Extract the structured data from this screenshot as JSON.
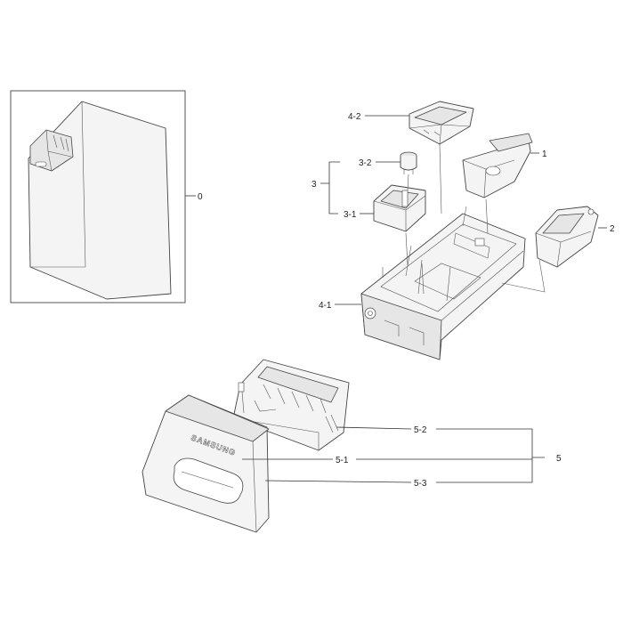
{
  "labels": {
    "p0": "0",
    "p1": "1",
    "p2": "2",
    "p3": "3",
    "p3_1": "3-1",
    "p3_2": "3-2",
    "p4_1": "4-1",
    "p4_2": "4-2",
    "p5": "5",
    "p5_1": "5-1",
    "p5_2": "5-2",
    "p5_3": "5-3"
  },
  "brand_text": "SAMSUNG"
}
